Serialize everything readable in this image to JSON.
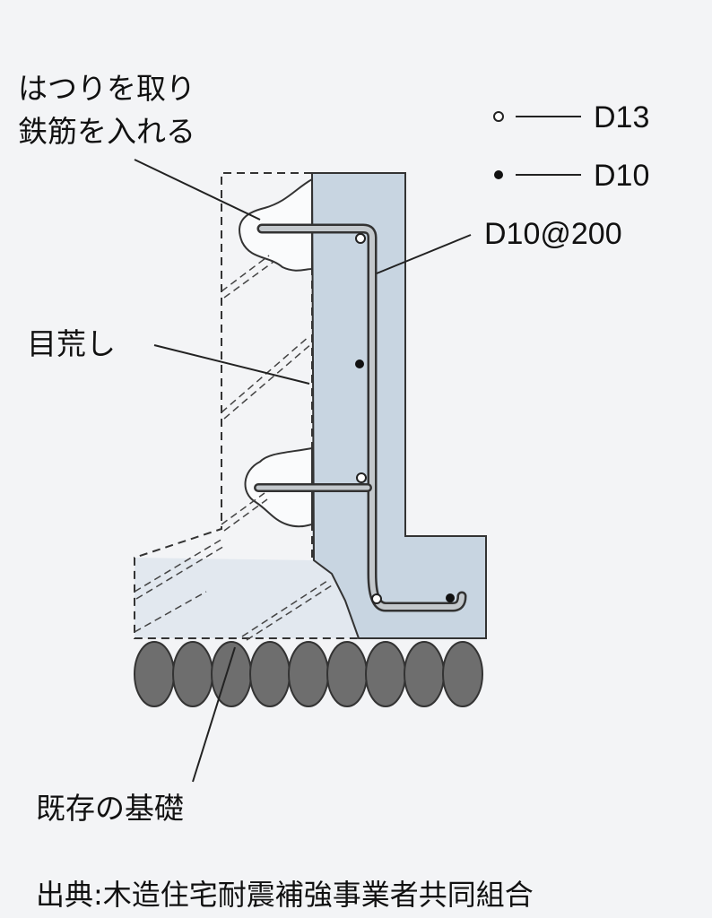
{
  "labels": {
    "chipping_line1": "はつりを取り",
    "chipping_line2": "鉄筋を入れる",
    "roughening": "目荒し",
    "existing_foundation": "既存の基礎",
    "rebar_spacing": "D10@200"
  },
  "legend": [
    {
      "symbol": "open-circle",
      "label": "D13"
    },
    {
      "symbol": "filled-circle",
      "label": "D10"
    }
  ],
  "caption": "出典:木造住宅耐震補強事業者共同組合",
  "colors": {
    "new_concrete": "#c9d6e2",
    "existing": "#e2e8ef",
    "stone": "#6e6e6e",
    "rebar": "#bfc4c9"
  }
}
